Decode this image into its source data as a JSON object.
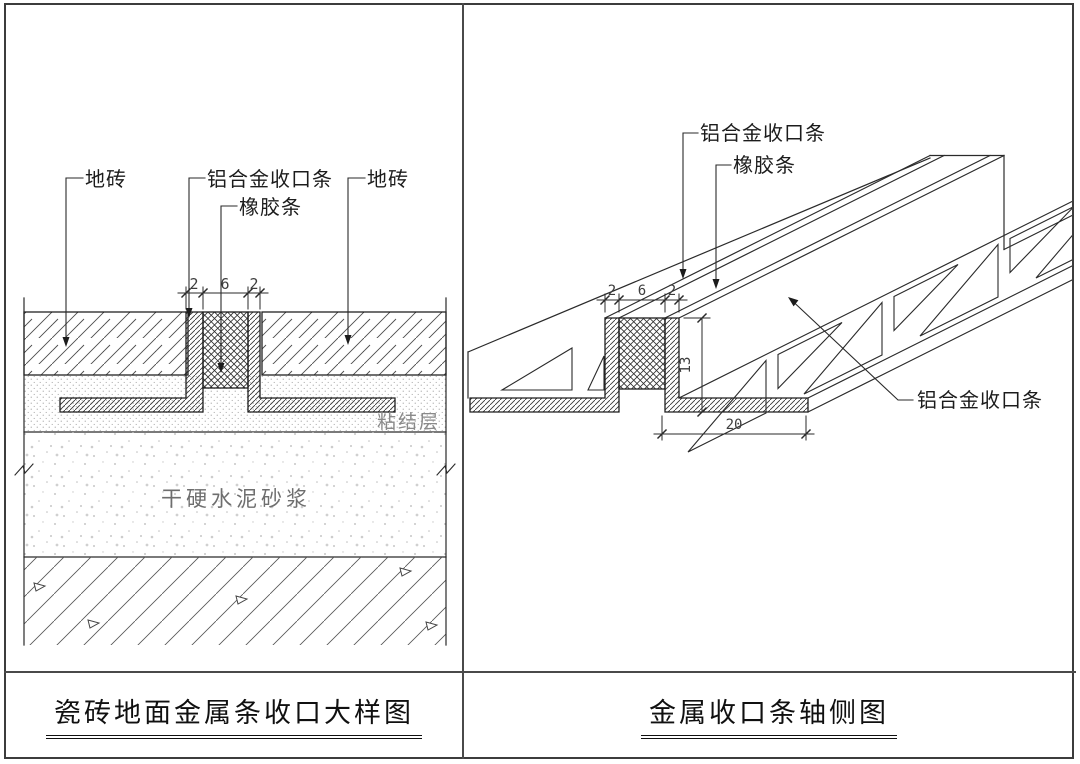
{
  "sheet": {
    "left_panel": {
      "title": "瓷砖地面金属条收口大样图",
      "labels": {
        "tile_left": "地砖",
        "aluminum_strip": "铝合金收口条",
        "rubber_strip": "橡胶条",
        "tile_right": "地砖",
        "bonding_layer": "粘结层",
        "mortar": "干硬水泥砂浆"
      },
      "dimensions": {
        "left_gap": "2",
        "middle": "6",
        "right_gap": "2"
      }
    },
    "right_panel": {
      "title": "金属收口条轴侧图",
      "labels": {
        "aluminum_strip_top": "铝合金收口条",
        "rubber_strip": "橡胶条",
        "aluminum_strip_side": "铝合金收口条"
      },
      "dimensions": {
        "left_gap": "2",
        "middle": "6",
        "right_gap": "2",
        "height": "13",
        "flange_width": "20"
      }
    },
    "colors": {
      "line": "#2a2a2a",
      "gray_text": "#8a8a8a",
      "background": "#ffffff"
    }
  }
}
